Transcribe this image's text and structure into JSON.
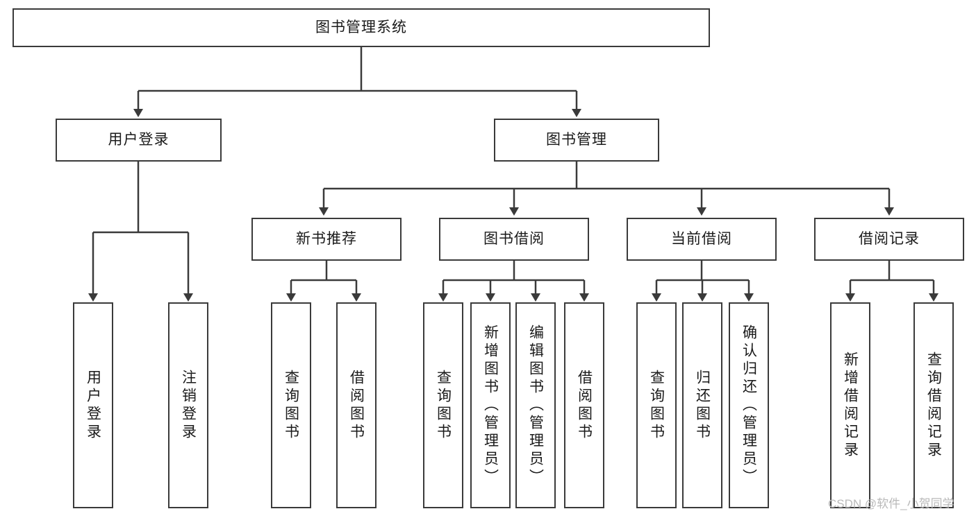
{
  "diagram": {
    "title": "图书管理系统",
    "watermark": "CSDN @软件_小贺同学",
    "colors": {
      "stroke": "#3a3a3a",
      "fill": "#ffffff",
      "text": "#1a1a1a",
      "watermark": "#b9b9b9"
    },
    "root": {
      "label": "图书管理系统"
    },
    "level2": [
      {
        "label": "用户登录"
      },
      {
        "label": "图书管理"
      }
    ],
    "level3": [
      {
        "label": "新书推荐"
      },
      {
        "label": "图书借阅"
      },
      {
        "label": "当前借阅"
      },
      {
        "label": "借阅记录"
      }
    ],
    "leaves": {
      "user_login": [
        {
          "label": "用户登录"
        },
        {
          "label": "注销登录"
        }
      ],
      "new_book": [
        {
          "label": "查询图书"
        },
        {
          "label": "借阅图书"
        }
      ],
      "book_borrow": [
        {
          "label": "查询图书"
        },
        {
          "label": "新增图书（管理员）"
        },
        {
          "label": "编辑图书（管理员）"
        },
        {
          "label": "借阅图书"
        }
      ],
      "current_borrow": [
        {
          "label": "查询图书"
        },
        {
          "label": "归还图书"
        },
        {
          "label": "确认归还（管理员）"
        }
      ],
      "borrow_record": [
        {
          "label": "新增借阅记录"
        },
        {
          "label": "查询借阅记录"
        }
      ]
    }
  }
}
